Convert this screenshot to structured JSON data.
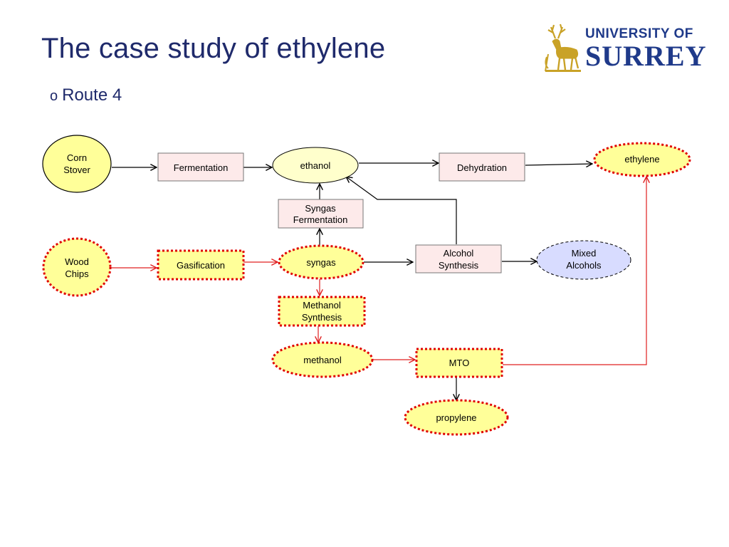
{
  "slide": {
    "title": "The case study of ethylene",
    "bullet_marker": "o",
    "bullet": "Route 4"
  },
  "logo": {
    "line1": "UNIVERSITY OF",
    "line2": "SURREY",
    "icon": "stag-icon",
    "text_color": "#1f3a8a",
    "stag_color": "#c9a227"
  },
  "colors": {
    "highlight_fill": "#ffff99",
    "highlight_border": "#e00000",
    "process_fill": "#fdeaea",
    "process_border": "#777777",
    "mixed_alcohols_fill": "#d8dcff",
    "red_arrow": "#e02020",
    "black_arrow": "#000000"
  },
  "diagram": {
    "nodes": {
      "corn_stover": [
        "Corn",
        "Stover"
      ],
      "fermentation": "Fermentation",
      "ethanol": "ethanol",
      "dehydration": "Dehydration",
      "ethylene": "ethylene",
      "syngas_fermentation": [
        "Syngas",
        "Fermentation"
      ],
      "wood_chips": [
        "Wood",
        "Chips"
      ],
      "gasification": "Gasification",
      "syngas": "syngas",
      "alcohol_synthesis": [
        "Alcohol",
        "Synthesis"
      ],
      "mixed_alcohols": [
        "Mixed",
        "Alcohols"
      ],
      "methanol_synthesis": [
        "Methanol",
        "Synthesis"
      ],
      "methanol": "methanol",
      "mto": "MTO",
      "propylene": "propylene"
    }
  }
}
